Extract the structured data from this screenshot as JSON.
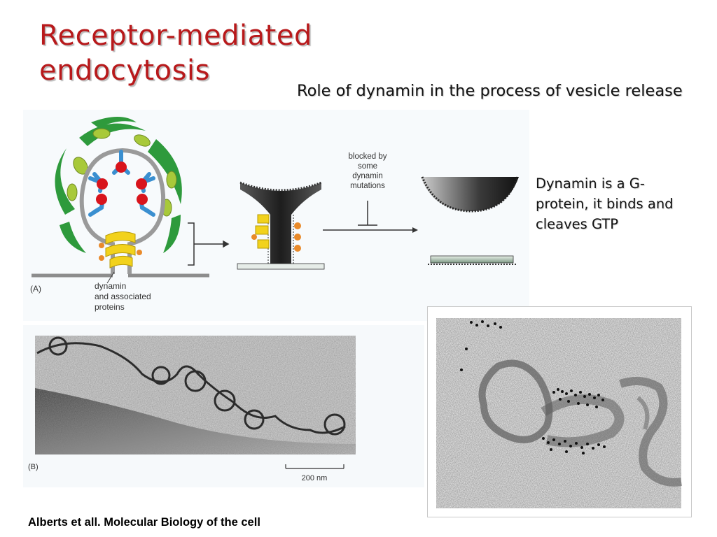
{
  "slide": {
    "title_line1": "Receptor-mediated",
    "title_line2": "endocytosis",
    "subtitle": "Role of dynamin in the process of vesicle release",
    "note": "Dynamin is a G-protein, it binds and cleaves GTP",
    "credit": "Alberts et all. Molecular Biology of the cell"
  },
  "figureA": {
    "panel_label": "(A)",
    "dynamin_label_1": "dynamin",
    "dynamin_label_2": "and associated",
    "dynamin_label_3": "proteins",
    "blocked_1": "blocked by",
    "blocked_2": "some",
    "blocked_3": "dynamin",
    "blocked_4": "mutations"
  },
  "figureB": {
    "panel_label": "(B)",
    "scale_label": "200 nm"
  },
  "colors": {
    "title": "#b8191b",
    "clathrin_green": "#2e9a3c",
    "adaptor_lime": "#a8c93a",
    "receptor_blue": "#3a8fd0",
    "ligand_red": "#d8141c",
    "dynamin_yellow": "#f2d21c",
    "gtp_orange": "#e98a2a"
  }
}
